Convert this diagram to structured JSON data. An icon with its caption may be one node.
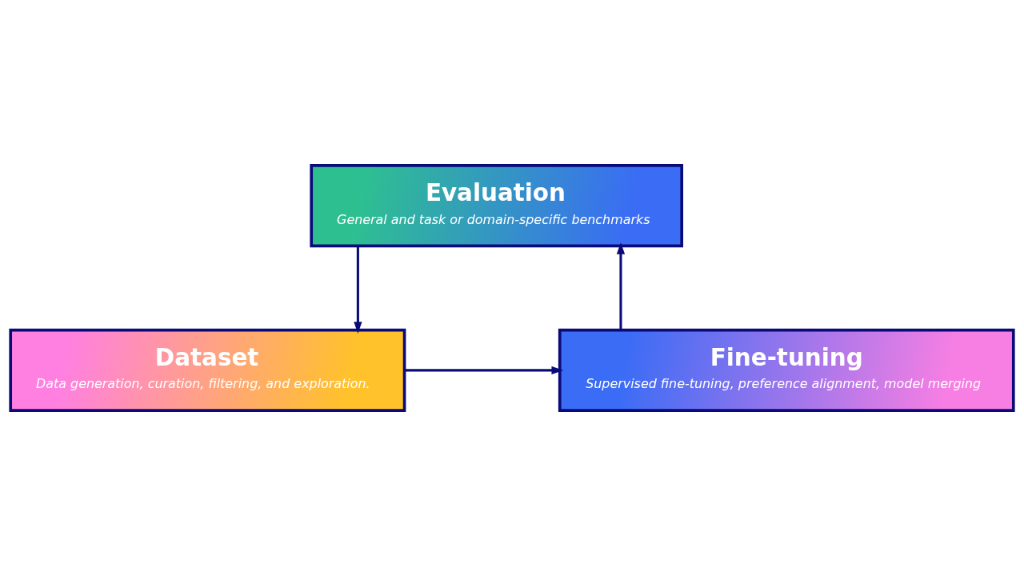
{
  "diagram": {
    "nodes": [
      {
        "text": [
          "Evaluation",
          "General and task or domain-specific benchmarks"
        ]
      },
      {
        "text": [
          "Dataset",
          "Data generation, curation, filtering, and exploration."
        ]
      },
      {
        "text": [
          "Fine-tuning",
          "Supervised fine-tuning, preference alignment, model merging"
        ]
      }
    ],
    "edges": [
      {
        "from": 0,
        "to": 1,
        "arrow": "to"
      },
      {
        "from": 1,
        "to": 2,
        "arrow": "to"
      },
      {
        "from": 2,
        "to": 0,
        "arrow": "to"
      }
    ]
  }
}
